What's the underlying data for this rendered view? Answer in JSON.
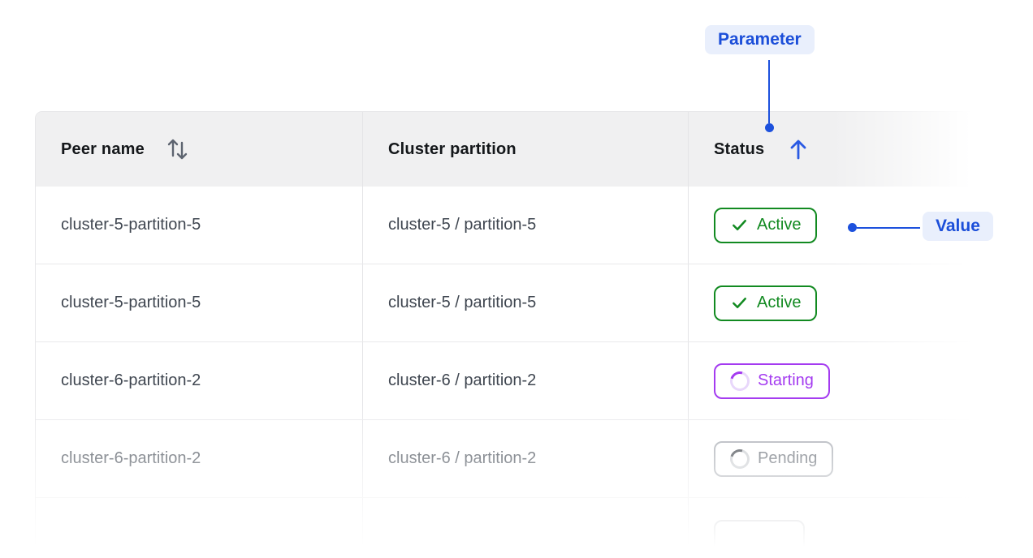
{
  "annotations": {
    "parameter": {
      "label": "Parameter"
    },
    "value": {
      "label": "Value"
    }
  },
  "colors": {
    "accent_blue": "#1b4ed9",
    "annotation_pill_bg": "#e9effc",
    "header_bg": "#f0f0f1",
    "active_green": "#128a21",
    "starting_purple": "#a43bf0",
    "pending_gray": "#60666f",
    "cell_text": "#3f4650"
  },
  "table": {
    "columns": [
      {
        "label": "Peer name",
        "sort_state": "sortable"
      },
      {
        "label": "Cluster partition",
        "sort_state": "none"
      },
      {
        "label": "Status",
        "sort_state": "ascending"
      }
    ],
    "rows": [
      {
        "peer_name": "cluster-5-partition-5",
        "cluster_partition": "cluster-5 / partition-5",
        "status": "Active"
      },
      {
        "peer_name": "cluster-5-partition-5",
        "cluster_partition": "cluster-5 / partition-5",
        "status": "Active"
      },
      {
        "peer_name": "cluster-6-partition-2",
        "cluster_partition": "cluster-6 / partition-2",
        "status": "Starting"
      },
      {
        "peer_name": "cluster-6-partition-2",
        "cluster_partition": "cluster-6 / partition-2",
        "status": "Pending"
      },
      {
        "peer_name": "",
        "cluster_partition": "",
        "status": ""
      }
    ]
  }
}
